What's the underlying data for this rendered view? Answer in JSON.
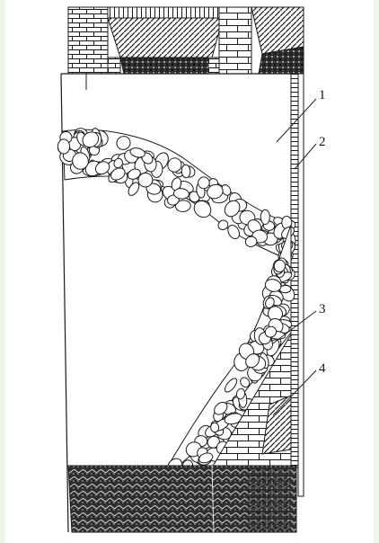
{
  "diagram": {
    "colors": {
      "background": "#ffffff",
      "ink": "#1a1a1a",
      "frame_edge": "#e8f2e4"
    },
    "callouts": [
      {
        "id": "c1",
        "label": "1"
      },
      {
        "id": "c2",
        "label": "2"
      },
      {
        "id": "c3",
        "label": "3"
      },
      {
        "id": "c4",
        "label": "4"
      }
    ]
  }
}
